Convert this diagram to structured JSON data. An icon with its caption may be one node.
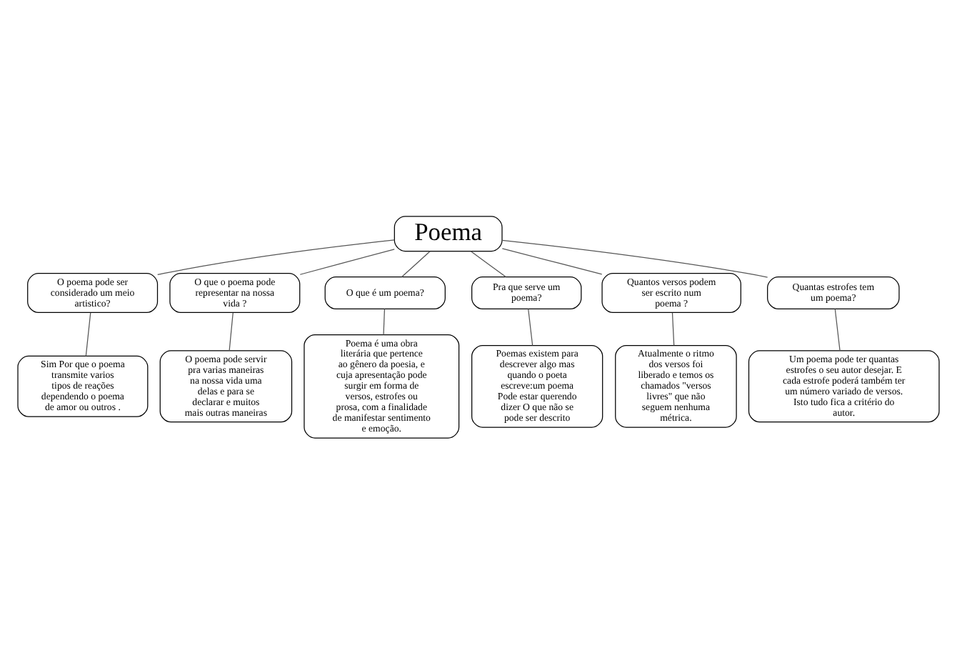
{
  "diagram": {
    "nodes": [
      {
        "text": [
          "Poema"
        ]
      },
      {
        "text": [
          "O poema pode ser considerado um meio artistico?"
        ]
      },
      {
        "text": [
          "O que o poema pode representar na nossa vida ?"
        ]
      },
      {
        "text": [
          "O que é um poema?"
        ]
      },
      {
        "text": [
          "Pra que serve um poema?"
        ]
      },
      {
        "text": [
          "Quantos versos podem ser escrito num poema ?"
        ]
      },
      {
        "text": [
          "Quantas estrofes tem um poema?"
        ]
      },
      {
        "text": [
          "Sim Por que o poema transmite varios tipos de reações dependendo o poema de amor ou outros ."
        ]
      },
      {
        "text": [
          "Poema é uma obra literária que pertence ao gênero da poesia, e cuja apresentação pode surgir em forma de versos, estrofes ou prosa, com a finalidade de manifestar sentimento e emoção."
        ]
      },
      {
        "text": [
          "Poemas existem para descrever algo mas quando o poeta escreve:um poema Pode estar querendo dizer O que não se pode ser descrito"
        ]
      },
      {
        "text": [
          "Atualmente o ritmo dos versos foi liberado e temos os chamados \"versos livres\" que não seguem nenhuma métrica."
        ]
      },
      {
        "text": [
          "Um poema pode ter quantas estrofes o seu autor desejar. E cada estrofe poderá também ter um número variado de versos. Isto tudo fica a critério do autor."
        ]
      },
      {
        "text": [
          "O poema pode servir pra varias maneiras na nossa vida uma delas e para se declarar e muitos mais outras maneiras"
        ]
      }
    ],
    "edges": [
      {
        "from": 0,
        "to": 1,
        "arrow": "none"
      },
      {
        "from": 0,
        "to": 2,
        "arrow": "none"
      },
      {
        "from": 0,
        "to": 3,
        "arrow": "none"
      },
      {
        "from": 0,
        "to": 4,
        "arrow": "none"
      },
      {
        "from": 0,
        "to": 5,
        "arrow": "none"
      },
      {
        "from": 0,
        "to": 6,
        "arrow": "none"
      },
      {
        "from": 1,
        "to": 7,
        "arrow": "none"
      },
      {
        "from": 3,
        "to": 8,
        "arrow": "none"
      },
      {
        "from": 4,
        "to": 9,
        "arrow": "none"
      },
      {
        "from": 5,
        "to": 10,
        "arrow": "none"
      },
      {
        "from": 6,
        "to": 11,
        "arrow": "none"
      },
      {
        "from": 2,
        "to": 12,
        "arrow": "none"
      }
    ]
  }
}
